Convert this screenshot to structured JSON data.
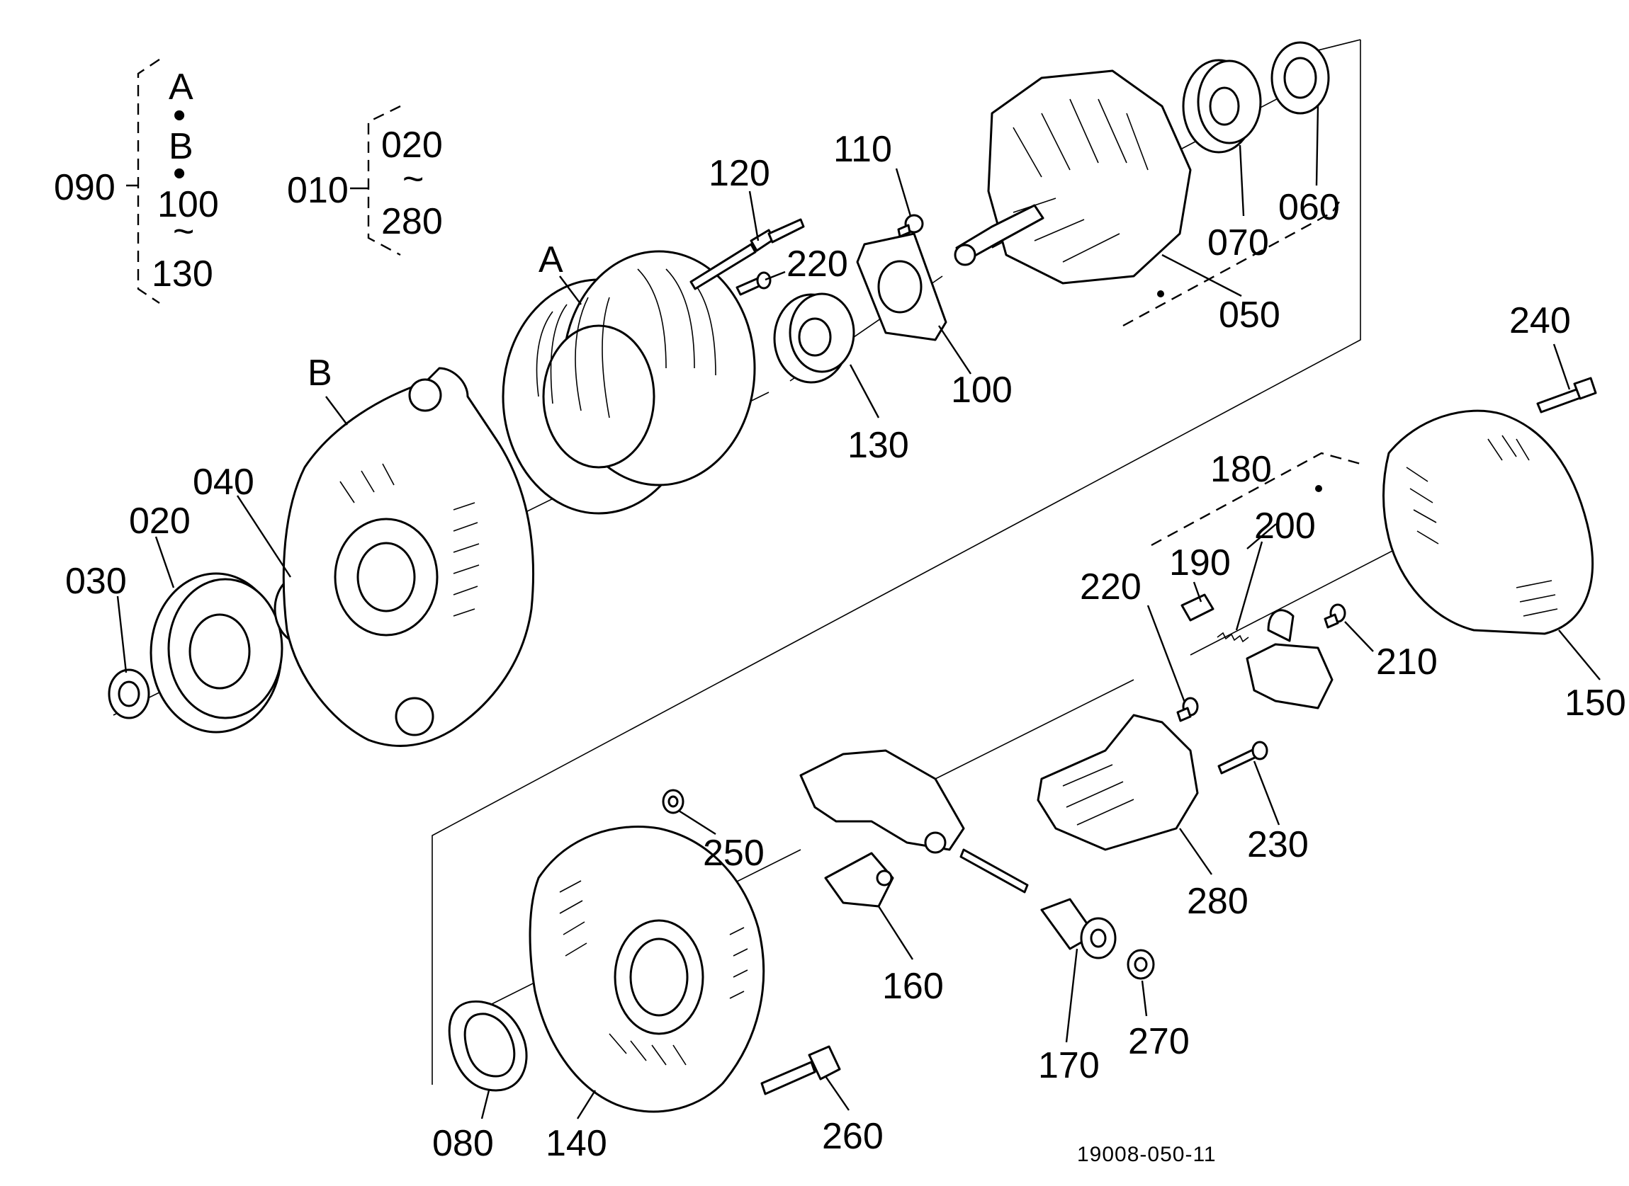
{
  "diagram": {
    "reference_code": "19008-050-11",
    "assembly_group_a": {
      "part": "090",
      "members": [
        "A",
        "B",
        "100",
        "130"
      ],
      "dot": "•",
      "range_mark": "~"
    },
    "assembly_group_b": {
      "part": "010",
      "from": "020",
      "to": "280",
      "range_mark": "~"
    },
    "sub_assemblies": {
      "stator": "A",
      "front_housing": "B"
    },
    "callouts": {
      "p010": "010",
      "p020": "020",
      "p030": "030",
      "p040": "040",
      "p050": "050",
      "p060": "060",
      "p070": "070",
      "p080": "080",
      "p090": "090",
      "p100": "100",
      "p110": "110",
      "p120": "120",
      "p130": "130",
      "p140": "140",
      "p150": "150",
      "p160": "160",
      "p170": "170",
      "p180": "180",
      "p190": "190",
      "p200": "200",
      "p210": "210",
      "p220a": "220",
      "p220b": "220",
      "p230": "230",
      "p240": "240",
      "p250": "250",
      "p260": "260",
      "p270": "270",
      "p280": "280"
    }
  }
}
